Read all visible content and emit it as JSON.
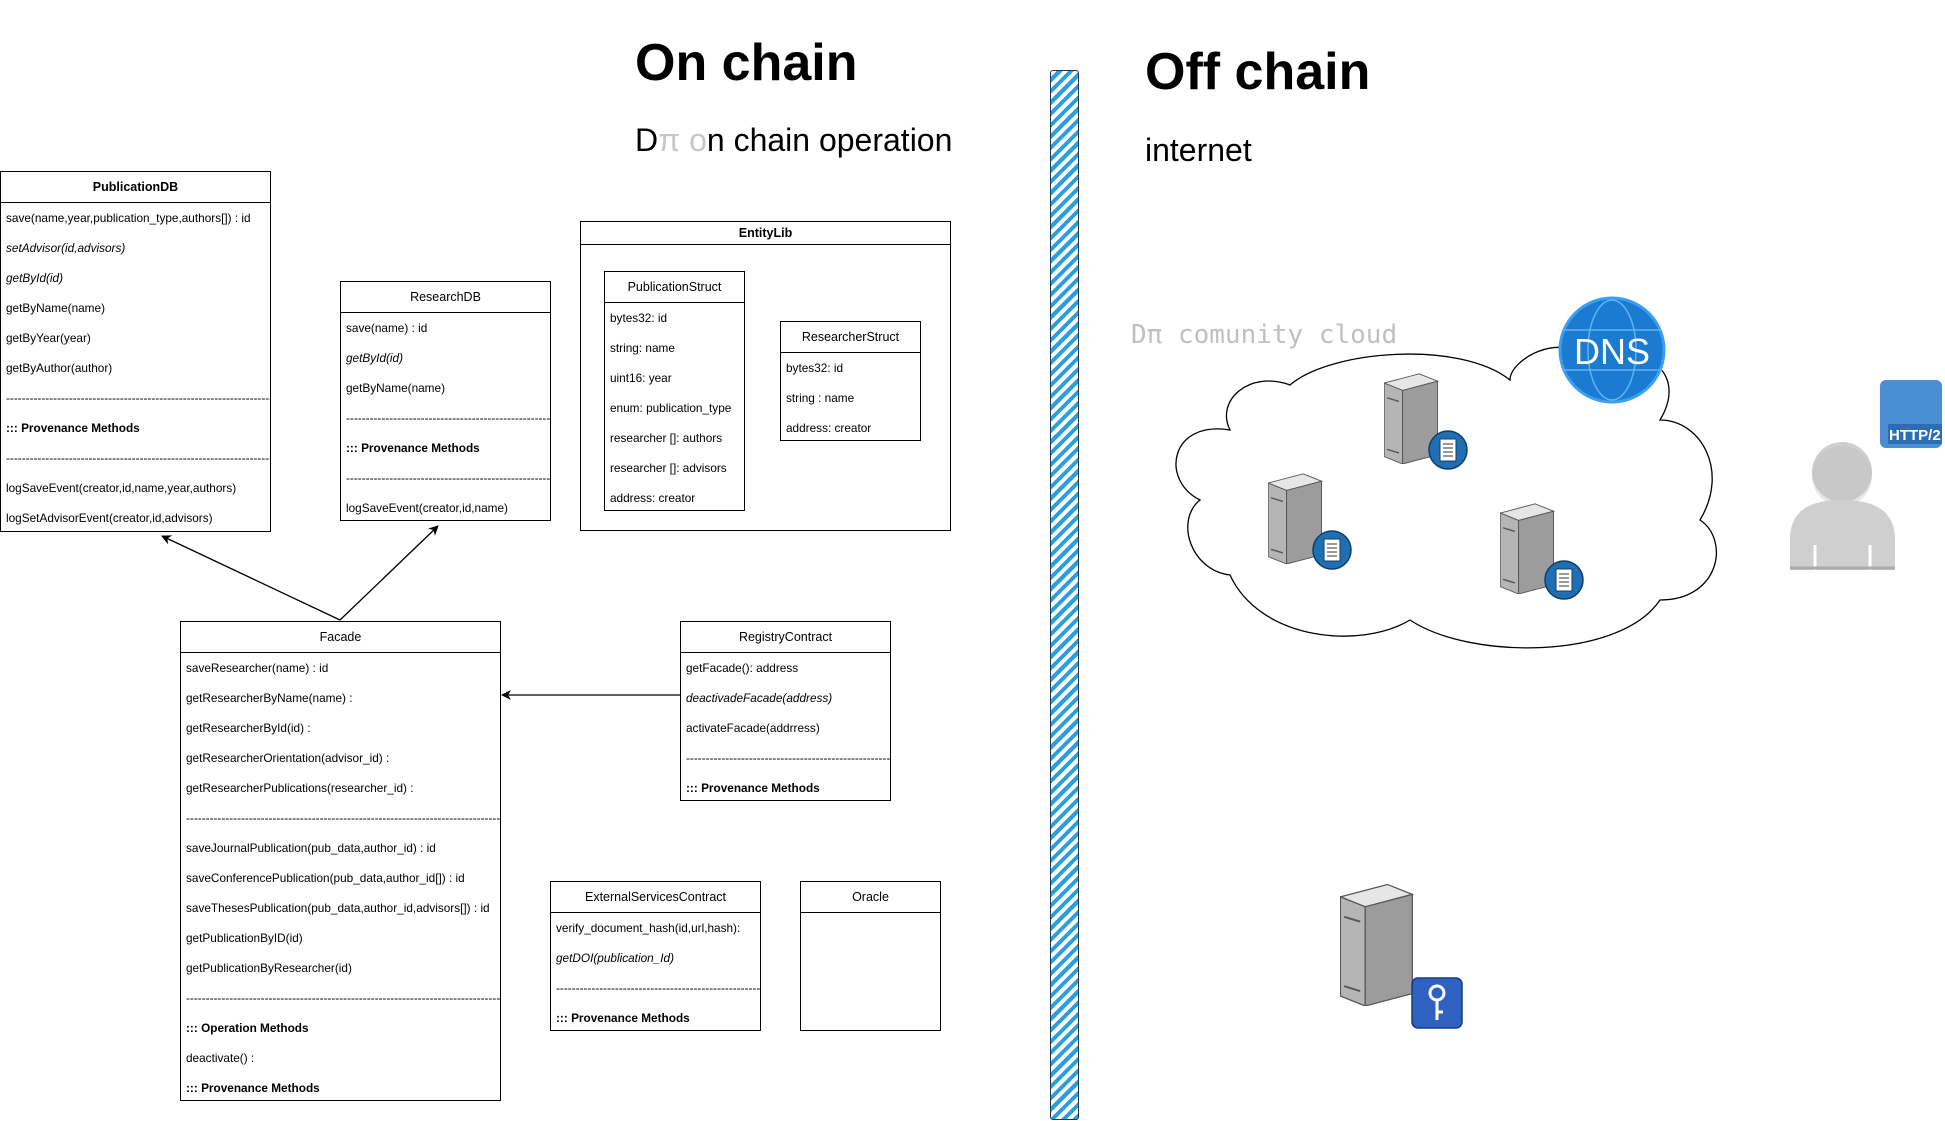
{
  "headings": {
    "on_chain": "On chain",
    "on_chain_sub_prefix": "D",
    "on_chain_sub_pi": "π",
    "on_chain_sub_o": "o",
    "on_chain_sub_rest": "n chain operation",
    "off_chain": "Off chain",
    "off_chain_sub": "internet",
    "cloud_label": "Dπ comunity cloud"
  },
  "classes": {
    "publicationdb": {
      "title": "PublicationDB",
      "rows": [
        {
          "text": "save(name,year,publication_type,authors[]) : id",
          "style": ""
        },
        {
          "text": "setAdvisor(id,advisors)",
          "style": "italic"
        },
        {
          "text": "getById(id)",
          "style": "italic"
        },
        {
          "text": "getByName(name)",
          "style": ""
        },
        {
          "text": "getByYear(year)",
          "style": ""
        },
        {
          "text": "getByAuthor(author)",
          "style": ""
        },
        {
          "text": "-------------------------------------------------------------------------------",
          "style": "sep"
        },
        {
          "text": "::: Provenance Methods",
          "style": "bold"
        },
        {
          "text": "-------------------------------------------------------------------------------",
          "style": "sep"
        },
        {
          "text": "logSaveEvent(creator,id,name,year,authors)",
          "style": ""
        },
        {
          "text": "logSetAdvisorEvent(creator,id,advisors)",
          "style": ""
        }
      ]
    },
    "researchdb": {
      "title": "ResearchDB",
      "rows": [
        {
          "text": "save(name) : id",
          "style": ""
        },
        {
          "text": "getById(id)",
          "style": "italic"
        },
        {
          "text": "getByName(name)",
          "style": ""
        },
        {
          "text": "-------------------------------------------------------------",
          "style": "sep"
        },
        {
          "text": "::: Provenance Methods",
          "style": "bold"
        },
        {
          "text": "-------------------------------------------------------------",
          "style": "sep"
        },
        {
          "text": "logSaveEvent(creator,id,name)",
          "style": ""
        }
      ]
    },
    "entitylib": {
      "title": "EntityLib"
    },
    "publicationstruct": {
      "title": "PublicationStruct",
      "rows": [
        {
          "text": "bytes32: id",
          "style": ""
        },
        {
          "text": "string: name",
          "style": ""
        },
        {
          "text": "uint16: year",
          "style": ""
        },
        {
          "text": "enum: publication_type",
          "style": ""
        },
        {
          "text": "researcher []: authors",
          "style": ""
        },
        {
          "text": "researcher []: advisors",
          "style": ""
        },
        {
          "text": "address: creator",
          "style": ""
        }
      ]
    },
    "researcherstruct": {
      "title": "ResearcherStruct",
      "rows": [
        {
          "text": "bytes32: id",
          "style": ""
        },
        {
          "text": "string : name",
          "style": ""
        },
        {
          "text": "address: creator",
          "style": ""
        }
      ]
    },
    "facade": {
      "title": "Facade",
      "rows": [
        {
          "text": "saveResearcher(name) : id",
          "style": ""
        },
        {
          "text": "getResearcherByName(name) :",
          "style": ""
        },
        {
          "text": "getResearcherById(id) :",
          "style": ""
        },
        {
          "text": "getResearcherOrientation(advisor_id) :",
          "style": ""
        },
        {
          "text": "getResearcherPublications(researcher_id) :",
          "style": ""
        },
        {
          "text": "----------------------------------------------------------------------------------------",
          "style": "sep"
        },
        {
          "text": "saveJournalPublication(pub_data,author_id) : id",
          "style": ""
        },
        {
          "text": "saveConferencePublication(pub_data,author_id[]) : id",
          "style": ""
        },
        {
          "text": "saveThesesPublication(pub_data,author_id,advisors[]) : id",
          "style": ""
        },
        {
          "text": "getPublicationByID(id)",
          "style": ""
        },
        {
          "text": "getPublicationByResearcher(id)",
          "style": ""
        },
        {
          "text": "----------------------------------------------------------------------------------------",
          "style": "sep"
        },
        {
          "text": "::: Operation Methods",
          "style": "bold"
        },
        {
          "text": "deactivate() :",
          "style": ""
        },
        {
          "text": "::: Provenance Methods",
          "style": "bold"
        }
      ]
    },
    "registrycontract": {
      "title": "RegistryContract",
      "rows": [
        {
          "text": "getFacade(): address",
          "style": ""
        },
        {
          "text": "deactivadeFacade(address)",
          "style": "italic"
        },
        {
          "text": "activateFacade(addrress)",
          "style": ""
        },
        {
          "text": "----------------------------------------------------",
          "style": "sep"
        },
        {
          "text": "::: Provenance Methods",
          "style": "bold"
        }
      ]
    },
    "externalservicescontract": {
      "title": "ExternalServicesContract",
      "rows": [
        {
          "text": "verify_document_hash(id,url,hash):",
          "style": ""
        },
        {
          "text": "getDOI(publication_Id)",
          "style": "italic"
        },
        {
          "text": "-------------------------------------------------------",
          "style": "sep"
        },
        {
          "text": "::: Provenance Methods",
          "style": "bold"
        }
      ]
    },
    "oracle": {
      "title": "Oracle",
      "rows": []
    }
  },
  "icons": {
    "dns_label": "DNS",
    "http_label": "HTTP/2"
  },
  "colors": {
    "divider_stripe": "#2a9fe0",
    "dns_blue": "#1a7bd1",
    "key_badge": "#2f62c0",
    "server_gray": "#9a9a9a",
    "user_gray": "#cfcfcf",
    "http_blue": "#4a8fd4"
  }
}
